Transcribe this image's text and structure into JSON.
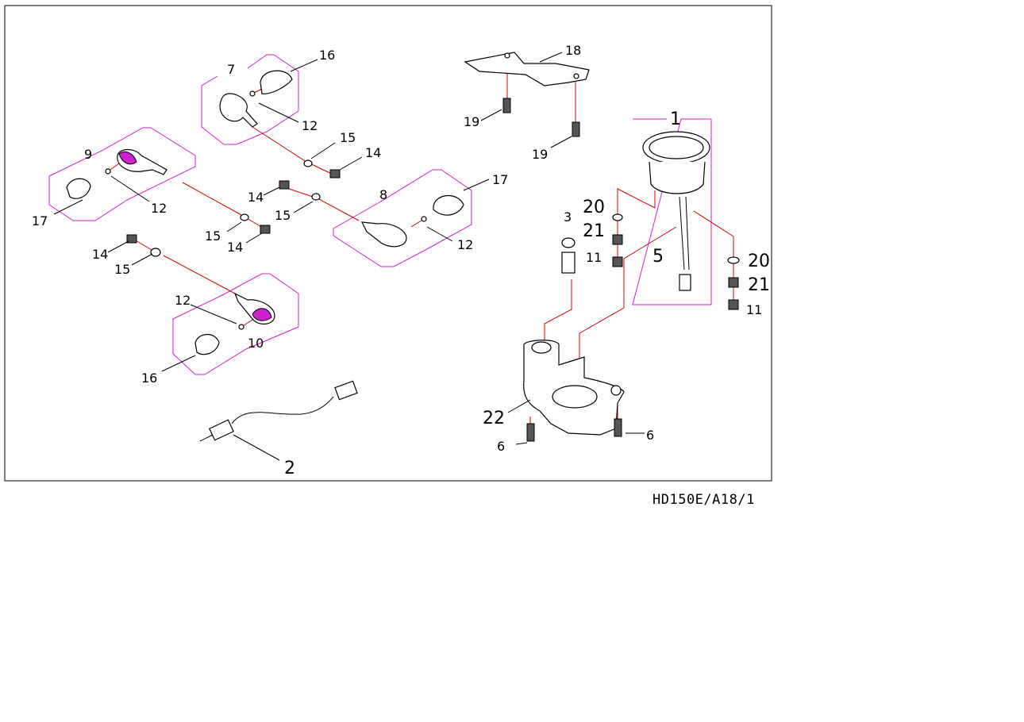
{
  "drawing_ref": "HD150E/A18/1",
  "labels": {
    "p1": "1",
    "p2": "2",
    "p3": "3",
    "p5": "5",
    "p6a": "6",
    "p6b": "6",
    "p7": "7",
    "p8": "8",
    "p9": "9",
    "p10": "10",
    "p11a": "11",
    "p11b": "11",
    "p12a": "12",
    "p12b": "12",
    "p12c": "12",
    "p12d": "12",
    "p14a": "14",
    "p14b": "14",
    "p14c": "14",
    "p14d": "14",
    "p15a": "15",
    "p15b": "15",
    "p15c": "15",
    "p15d": "15",
    "p16a": "16",
    "p16b": "16",
    "p17a": "17",
    "p17b": "17",
    "p18": "18",
    "p19a": "19",
    "p19b": "19",
    "p20a": "20",
    "p20b": "20",
    "p21a": "21",
    "p21b": "21",
    "p22": "22"
  },
  "colors": {
    "leader": "#000000",
    "assembly_line": "#d40000",
    "group_outline": "#cc22cc",
    "frame": "#000000"
  }
}
